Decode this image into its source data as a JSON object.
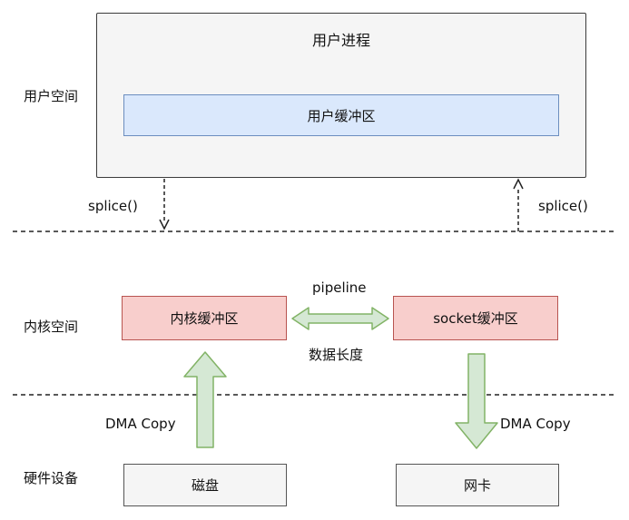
{
  "layers": {
    "user_space": "用户空间",
    "kernel_space": "内核空间",
    "hardware": "硬件设备"
  },
  "user_process": {
    "title": "用户进程",
    "buffer": "用户缓冲区"
  },
  "splice": {
    "left": "splice()",
    "right": "splice()"
  },
  "kernel": {
    "kernel_buffer": "内核缓冲区",
    "socket_buffer": "socket缓冲区",
    "pipeline": "pipeline",
    "data_length": "数据长度"
  },
  "dma": {
    "left": "DMA Copy",
    "right": "DMA Copy"
  },
  "hardware_devices": {
    "disk": "磁盘",
    "nic": "网卡"
  },
  "colors": {
    "user_buffer_fill": "#dae8fc",
    "user_buffer_stroke": "#6c8ebf",
    "kernel_fill": "#f8cecc",
    "kernel_stroke": "#b85450",
    "arrow_fill": "#d5e8d4",
    "arrow_stroke": "#82b366",
    "device_fill": "#f5f5f5"
  }
}
